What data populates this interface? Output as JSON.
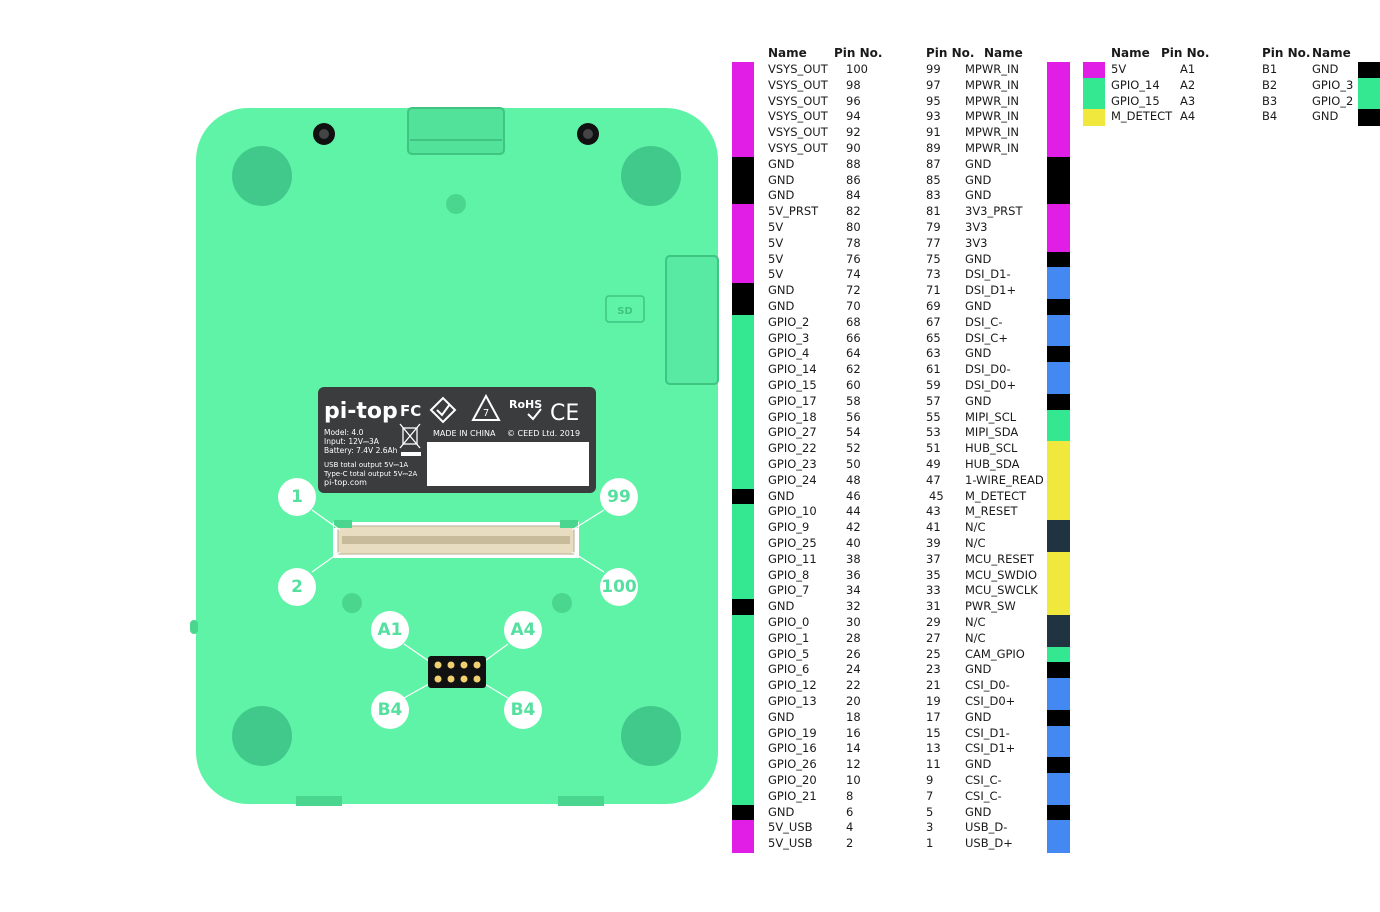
{
  "colors": {
    "board": "#5ef3a6",
    "pwr": "#e01ee6",
    "gnd": "#000000",
    "gpio": "#34e892",
    "dsi": "#4488f2",
    "i2c": "#34e892",
    "yel": "#f0e83c",
    "nc": "#1f3440",
    "label_bg": "#3a3c3d"
  },
  "device_label": {
    "brand": "pi-top",
    "marks": [
      "FC",
      "RoHS",
      "CE"
    ],
    "recycle_number": "7",
    "model": "Model: 4.0",
    "input": "Input: 12V⎓3A",
    "battery": "Battery: 7.4V 2.6Ah",
    "made_in": "MADE IN CHINA",
    "copyright": "© CEED Ltd. 2019",
    "usb_output": "USB  total output 5V⎓1A",
    "typec_output": "Type-C total output 5V⎓2A",
    "website": "pi-top.com"
  },
  "sd_label": "SD",
  "badges": {
    "pin1": "1",
    "pin2": "2",
    "pin99": "99",
    "pin100": "100",
    "a1": "A1",
    "a4": "A4",
    "b4_left": "B4",
    "b4_right": "B4"
  },
  "headers": {
    "left_name": "Name",
    "left_pin": "Pin No.",
    "right_pin": "Pin No.",
    "right_name": "Name",
    "small_name": "Name",
    "small_pin": "Pin No.",
    "small_pin2": "Pin No.",
    "small_name2": "Name"
  },
  "even_pins": [
    {
      "name": "VSYS_OUT",
      "pin": "100",
      "c": "pwr"
    },
    {
      "name": "VSYS_OUT",
      "pin": "98",
      "c": "pwr"
    },
    {
      "name": "VSYS_OUT",
      "pin": "96",
      "c": "pwr"
    },
    {
      "name": "VSYS_OUT",
      "pin": "94",
      "c": "pwr"
    },
    {
      "name": "VSYS_OUT",
      "pin": "92",
      "c": "pwr"
    },
    {
      "name": "VSYS_OUT",
      "pin": "90",
      "c": "pwr"
    },
    {
      "name": "GND",
      "pin": "88",
      "c": "gnd"
    },
    {
      "name": "GND",
      "pin": "86",
      "c": "gnd"
    },
    {
      "name": "GND",
      "pin": "84",
      "c": "gnd"
    },
    {
      "name": "5V_PRST",
      "pin": "82",
      "c": "pwr"
    },
    {
      "name": "5V",
      "pin": "80",
      "c": "pwr"
    },
    {
      "name": "5V",
      "pin": "78",
      "c": "pwr"
    },
    {
      "name": "5V",
      "pin": "76",
      "c": "pwr"
    },
    {
      "name": "5V",
      "pin": "74",
      "c": "pwr"
    },
    {
      "name": "GND",
      "pin": "72",
      "c": "gnd"
    },
    {
      "name": "GND",
      "pin": "70",
      "c": "gnd"
    },
    {
      "name": "GPIO_2",
      "pin": "68",
      "c": "gpio"
    },
    {
      "name": "GPIO_3",
      "pin": "66",
      "c": "gpio"
    },
    {
      "name": "GPIO_4",
      "pin": "64",
      "c": "gpio"
    },
    {
      "name": "GPIO_14",
      "pin": "62",
      "c": "gpio"
    },
    {
      "name": "GPIO_15",
      "pin": "60",
      "c": "gpio"
    },
    {
      "name": "GPIO_17",
      "pin": "58",
      "c": "gpio"
    },
    {
      "name": "GPIO_18",
      "pin": "56",
      "c": "gpio"
    },
    {
      "name": "GPIO_27",
      "pin": "54",
      "c": "gpio"
    },
    {
      "name": "GPIO_22",
      "pin": "52",
      "c": "gpio"
    },
    {
      "name": "GPIO_23",
      "pin": "50",
      "c": "gpio"
    },
    {
      "name": "GPIO_24",
      "pin": "48",
      "c": "gpio"
    },
    {
      "name": "GND",
      "pin": "46",
      "c": "gnd"
    },
    {
      "name": "GPIO_10",
      "pin": "44",
      "c": "gpio"
    },
    {
      "name": "GPIO_9",
      "pin": "42",
      "c": "gpio"
    },
    {
      "name": "GPIO_25",
      "pin": "40",
      "c": "gpio"
    },
    {
      "name": "GPIO_11",
      "pin": "38",
      "c": "gpio"
    },
    {
      "name": "GPIO_8",
      "pin": "36",
      "c": "gpio"
    },
    {
      "name": "GPIO_7",
      "pin": "34",
      "c": "gpio"
    },
    {
      "name": "GND",
      "pin": "32",
      "c": "gnd"
    },
    {
      "name": "GPIO_0",
      "pin": "30",
      "c": "gpio"
    },
    {
      "name": "GPIO_1",
      "pin": "28",
      "c": "gpio"
    },
    {
      "name": "GPIO_5",
      "pin": "26",
      "c": "gpio"
    },
    {
      "name": "GPIO_6",
      "pin": "24",
      "c": "gpio"
    },
    {
      "name": "GPIO_12",
      "pin": "22",
      "c": "gpio"
    },
    {
      "name": "GPIO_13",
      "pin": "20",
      "c": "gpio"
    },
    {
      "name": "GND",
      "pin": "18",
      "c": "gpio"
    },
    {
      "name": "GPIO_19",
      "pin": "16",
      "c": "gpio"
    },
    {
      "name": "GPIO_16",
      "pin": "14",
      "c": "gpio"
    },
    {
      "name": "GPIO_26",
      "pin": "12",
      "c": "gpio"
    },
    {
      "name": "GPIO_20",
      "pin": "10",
      "c": "gpio"
    },
    {
      "name": "GPIO_21",
      "pin": "8",
      "c": "gpio"
    },
    {
      "name": "GND",
      "pin": "6",
      "c": "gnd"
    },
    {
      "name": "5V_USB",
      "pin": "4",
      "c": "pwr"
    },
    {
      "name": "5V_USB",
      "pin": "2",
      "c": "pwr"
    }
  ],
  "odd_pins": [
    {
      "pin": "99",
      "name": "MPWR_IN",
      "c": "pwr"
    },
    {
      "pin": "97",
      "name": "MPWR_IN",
      "c": "pwr"
    },
    {
      "pin": "95",
      "name": "MPWR_IN",
      "c": "pwr"
    },
    {
      "pin": "93",
      "name": "MPWR_IN",
      "c": "pwr"
    },
    {
      "pin": "91",
      "name": "MPWR_IN",
      "c": "pwr"
    },
    {
      "pin": "89",
      "name": "MPWR_IN",
      "c": "pwr"
    },
    {
      "pin": "87",
      "name": "GND",
      "c": "gnd"
    },
    {
      "pin": "85",
      "name": "GND",
      "c": "gnd"
    },
    {
      "pin": "83",
      "name": "GND",
      "c": "gnd"
    },
    {
      "pin": "81",
      "name": "3V3_PRST",
      "c": "pwr"
    },
    {
      "pin": "79",
      "name": "3V3",
      "c": "pwr"
    },
    {
      "pin": "77",
      "name": "3V3",
      "c": "pwr"
    },
    {
      "pin": "75",
      "name": "GND",
      "c": "gnd"
    },
    {
      "pin": "73",
      "name": "DSI_D1-",
      "c": "dsi"
    },
    {
      "pin": "71",
      "name": "DSI_D1+",
      "c": "dsi"
    },
    {
      "pin": "69",
      "name": "GND",
      "c": "gnd"
    },
    {
      "pin": "67",
      "name": "DSI_C-",
      "c": "dsi"
    },
    {
      "pin": "65",
      "name": "DSI_C+",
      "c": "dsi"
    },
    {
      "pin": "63",
      "name": "GND",
      "c": "gnd"
    },
    {
      "pin": "61",
      "name": "DSI_D0-",
      "c": "dsi"
    },
    {
      "pin": "59",
      "name": "DSI_D0+",
      "c": "dsi"
    },
    {
      "pin": "57",
      "name": "GND",
      "c": "gnd"
    },
    {
      "pin": "55",
      "name": "MIPI_SCL",
      "c": "i2c"
    },
    {
      "pin": "53",
      "name": "MIPI_SDA",
      "c": "i2c"
    },
    {
      "pin": "51",
      "name": "HUB_SCL",
      "c": "yel"
    },
    {
      "pin": "49",
      "name": "HUB_SDA",
      "c": "yel"
    },
    {
      "pin": "47",
      "name": "1-WIRE_READ",
      "c": "yel"
    },
    {
      "pin": "45",
      "name": "M_DETECT",
      "c": "yel"
    },
    {
      "pin": "43",
      "name": "M_RESET",
      "c": "yel"
    },
    {
      "pin": "41",
      "name": "N/C",
      "c": "nc"
    },
    {
      "pin": "39",
      "name": "N/C",
      "c": "nc"
    },
    {
      "pin": "37",
      "name": "MCU_RESET",
      "c": "yel"
    },
    {
      "pin": "35",
      "name": "MCU_SWDIO",
      "c": "yel"
    },
    {
      "pin": "33",
      "name": "MCU_SWCLK",
      "c": "yel"
    },
    {
      "pin": "31",
      "name": "PWR_SW",
      "c": "yel"
    },
    {
      "pin": "29",
      "name": "N/C",
      "c": "nc"
    },
    {
      "pin": "27",
      "name": "N/C",
      "c": "nc"
    },
    {
      "pin": "25",
      "name": "CAM_GPIO",
      "c": "gpio"
    },
    {
      "pin": "23",
      "name": "GND",
      "c": "gnd"
    },
    {
      "pin": "21",
      "name": "CSI_D0-",
      "c": "dsi"
    },
    {
      "pin": "19",
      "name": "CSI_D0+",
      "c": "dsi"
    },
    {
      "pin": "17",
      "name": "GND",
      "c": "gnd"
    },
    {
      "pin": "15",
      "name": "CSI_D1-",
      "c": "dsi"
    },
    {
      "pin": "13",
      "name": "CSI_D1+",
      "c": "dsi"
    },
    {
      "pin": "11",
      "name": "GND",
      "c": "gnd"
    },
    {
      "pin": "9",
      "name": "CSI_C-",
      "c": "dsi"
    },
    {
      "pin": "7",
      "name": "CSI_C-",
      "c": "dsi"
    },
    {
      "pin": "5",
      "name": "GND",
      "c": "gnd"
    },
    {
      "pin": "3",
      "name": "USB_D-",
      "c": "dsi"
    },
    {
      "pin": "1",
      "name": "USB_D+",
      "c": "dsi"
    }
  ],
  "a_pins": [
    {
      "name": "5V",
      "pin": "A1",
      "c": "pwr"
    },
    {
      "name": "GPIO_14",
      "pin": "A2",
      "c": "gpio"
    },
    {
      "name": "GPIO_15",
      "pin": "A3",
      "c": "gpio"
    },
    {
      "name": "M_DETECT",
      "pin": "A4",
      "c": "yel"
    }
  ],
  "b_pins": [
    {
      "pin": "B1",
      "name": "GND",
      "c": "gnd"
    },
    {
      "pin": "B2",
      "name": "GPIO_3",
      "c": "gpio"
    },
    {
      "pin": "B3",
      "name": "GPIO_2",
      "c": "gpio"
    },
    {
      "pin": "B4",
      "name": "GND",
      "c": "gnd"
    }
  ]
}
